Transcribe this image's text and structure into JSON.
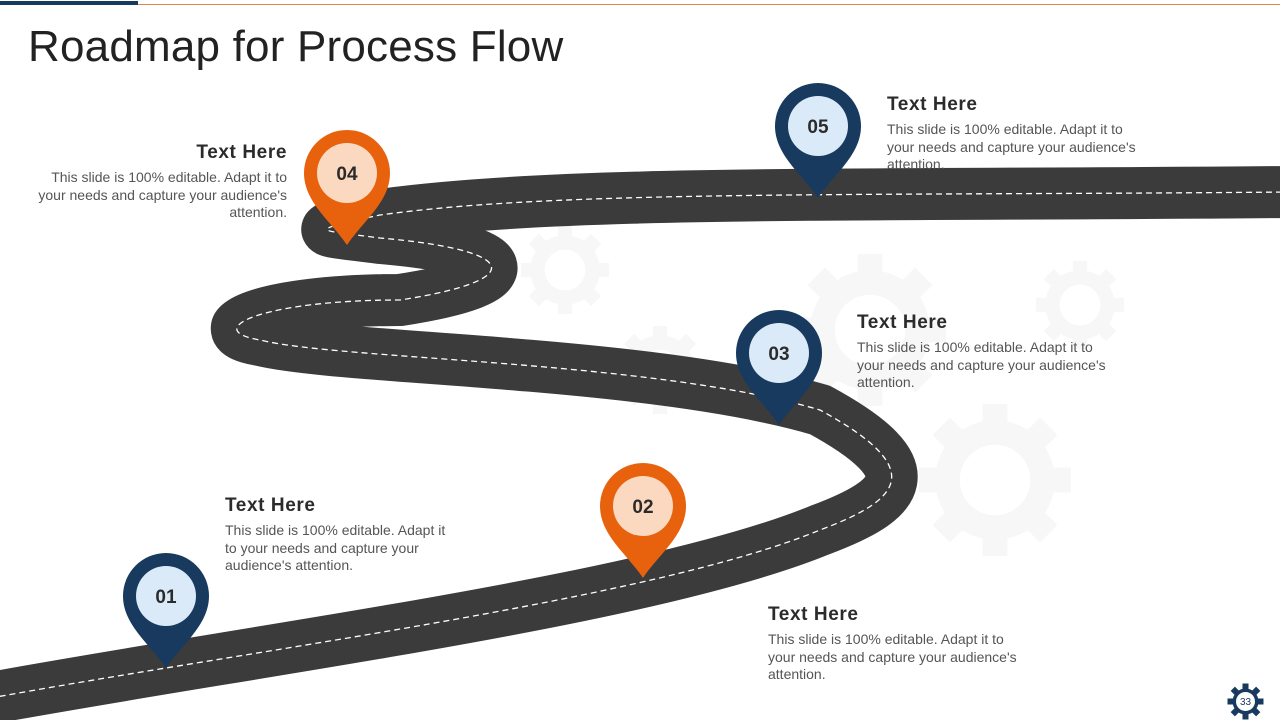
{
  "slide": {
    "title": "Roadmap for Process Flow",
    "page_number": "33"
  },
  "markers": [
    {
      "label": "01",
      "color": "#173a5e"
    },
    {
      "label": "02",
      "color": "#e8620e"
    },
    {
      "label": "03",
      "color": "#173a5e"
    },
    {
      "label": "04",
      "color": "#e8620e"
    },
    {
      "label": "05",
      "color": "#173a5e"
    }
  ],
  "steps": [
    {
      "heading": "Text Here",
      "body": "This slide is 100% editable. Adapt it to your needs and capture your audience's attention."
    },
    {
      "heading": "Text Here",
      "body": "This slide is 100% editable. Adapt it to your needs and capture your audience's attention."
    },
    {
      "heading": "Text Here",
      "body": "This slide is 100% editable. Adapt it to your needs and capture your audience's attention."
    },
    {
      "heading": "Text Here",
      "body": "This slide is 100% editable. Adapt it to your needs and capture your audience's attention."
    },
    {
      "heading": "Text Here",
      "body": "This slide is 100% editable. Adapt it to your needs and capture your audience's attention."
    }
  ],
  "colors": {
    "accent_dark": "#173a5e",
    "accent_orange": "#e8620e",
    "road": "#3b3b3b",
    "pin_fill_dark": "#dbeaf8",
    "pin_fill_orange": "#fbd9c1"
  }
}
